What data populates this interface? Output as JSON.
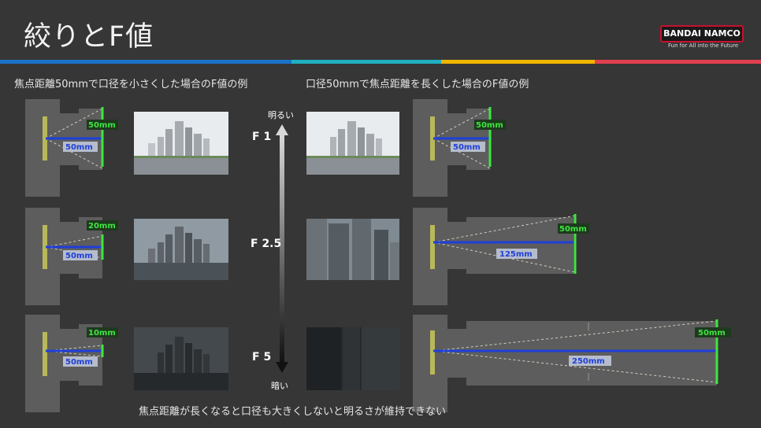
{
  "header": {
    "title": "絞りとF値",
    "logo_text": "BANDAI NAMCO",
    "tagline": "Fun for All into the Future"
  },
  "captions": {
    "left": "焦点距離50mmで口径を小さくした場合のF値の例",
    "right": "口径50mmで焦点距離を長くした場合のF値の例",
    "bottom": "焦点距離が長くなると口径も大きくしないと明るさが維持できない"
  },
  "scale": {
    "top_label": "明るい",
    "bottom_label": "暗い",
    "f_values": [
      "F 1",
      "F 2.5",
      "F 5"
    ]
  },
  "left_rows": [
    {
      "aperture": "50mm",
      "focal": "50mm"
    },
    {
      "aperture": "20mm",
      "focal": "50mm"
    },
    {
      "aperture": "10mm",
      "focal": "50mm"
    }
  ],
  "right_rows": [
    {
      "aperture": "50mm",
      "focal": "50mm"
    },
    {
      "aperture": "50mm",
      "focal": "125mm"
    },
    {
      "aperture": "50mm",
      "focal": "250mm"
    }
  ],
  "colors": {
    "accent_green": "#3ee63e",
    "focal_blue": "#1f3fd8",
    "stripe": [
      "#1a73c8",
      "#20b0c0",
      "#f0b400",
      "#e04050"
    ]
  }
}
